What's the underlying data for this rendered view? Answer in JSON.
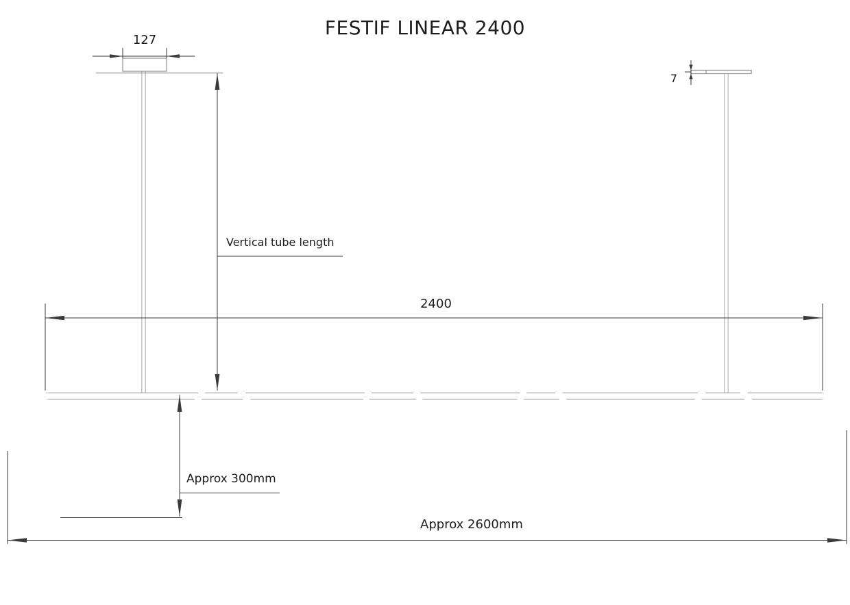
{
  "title": "FESTIF LINEAR 2400",
  "dimensions": {
    "canopy_width": "127",
    "canopy_plate_thickness": "7",
    "tube_length": "2400",
    "vertical_tube_note": "Vertical tube length",
    "wave_drop": "Approx 300mm",
    "overall_length": "Approx 2600mm"
  },
  "colors": {
    "background": "#ffffff",
    "drawing-line": "#8f8f8f",
    "dimension-line": "#3a3a3a",
    "text": "#1c1c1c"
  }
}
